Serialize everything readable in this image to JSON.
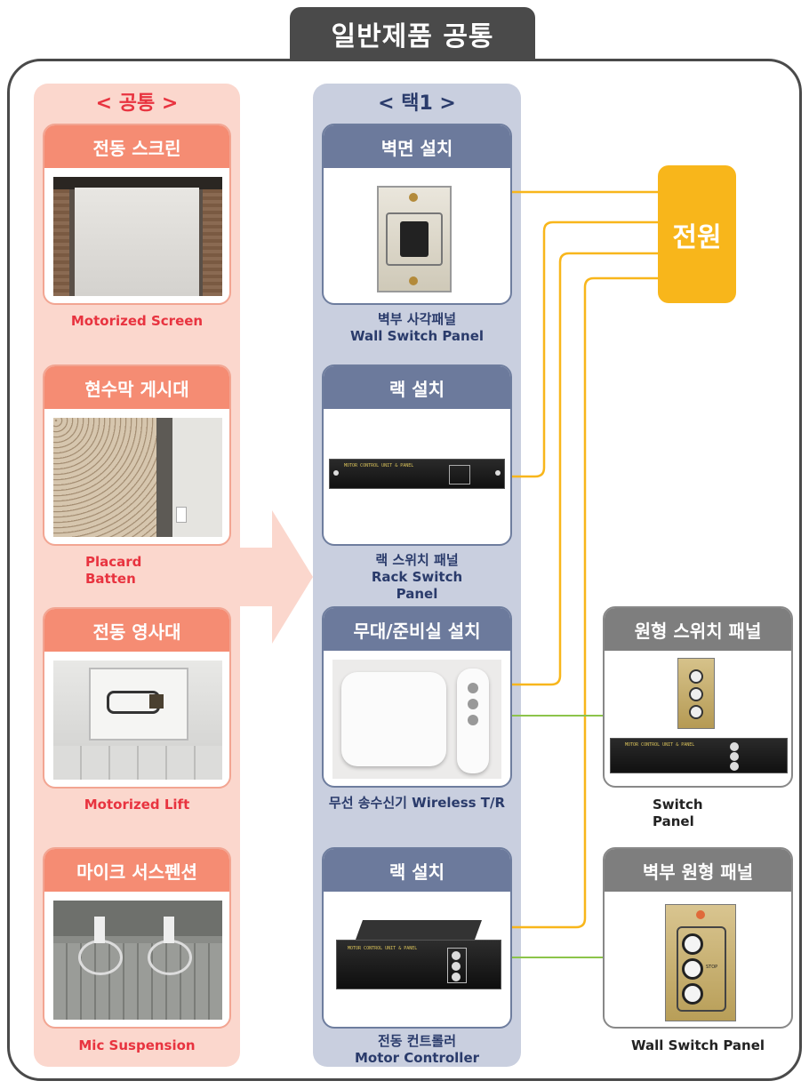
{
  "title": "일반제품 공통",
  "power_label": "전원",
  "left_column": {
    "header": "< 공통 >",
    "cards": [
      {
        "title": "전동 스크린",
        "caption": "Motorized Screen"
      },
      {
        "title": "현수막 게시대",
        "caption_line1": "Placard",
        "caption_line2": "Batten"
      },
      {
        "title": "전동 영사대",
        "caption": "Motorized Lift"
      },
      {
        "title": "마이크 서스펜션",
        "caption": "Mic Suspension"
      }
    ]
  },
  "middle_column": {
    "header": "< 택1 >",
    "cards": [
      {
        "title": "벽면 설치",
        "caption_line1": "벽부 사각패널",
        "caption_line2": "Wall Switch Panel"
      },
      {
        "title": "랙 설치",
        "caption_line1": "랙 스위치 패널",
        "caption_line2": "Rack Switch",
        "caption_line3": "Panel",
        "plate_text": "MOTOR CONTROL UNIT & PANEL"
      },
      {
        "title": "무대/준비실 설치",
        "caption": "무선 송수신기 Wireless T/R"
      },
      {
        "title": "랙 설치",
        "caption_line1": "전동 컨트롤러",
        "caption_line2": "Motor Controller",
        "plate_text": "MOTOR CONTROL UNIT & PANEL"
      }
    ]
  },
  "right_column": {
    "cards": [
      {
        "title": "원형 스위치 패널",
        "caption_line1": "Switch",
        "caption_line2": "Panel",
        "plate_text": "MOTOR CONTROL UNIT & PANEL"
      },
      {
        "title": "벽부 원형 패널",
        "caption": "Wall Switch Panel",
        "button_label": "STOP"
      }
    ]
  },
  "colors": {
    "power_line": "#f8b61b",
    "signal_line": "#8cc44a",
    "left_accent": "#f58c73",
    "mid_accent": "#6c7a9c",
    "right_accent": "#7e7e7e"
  }
}
